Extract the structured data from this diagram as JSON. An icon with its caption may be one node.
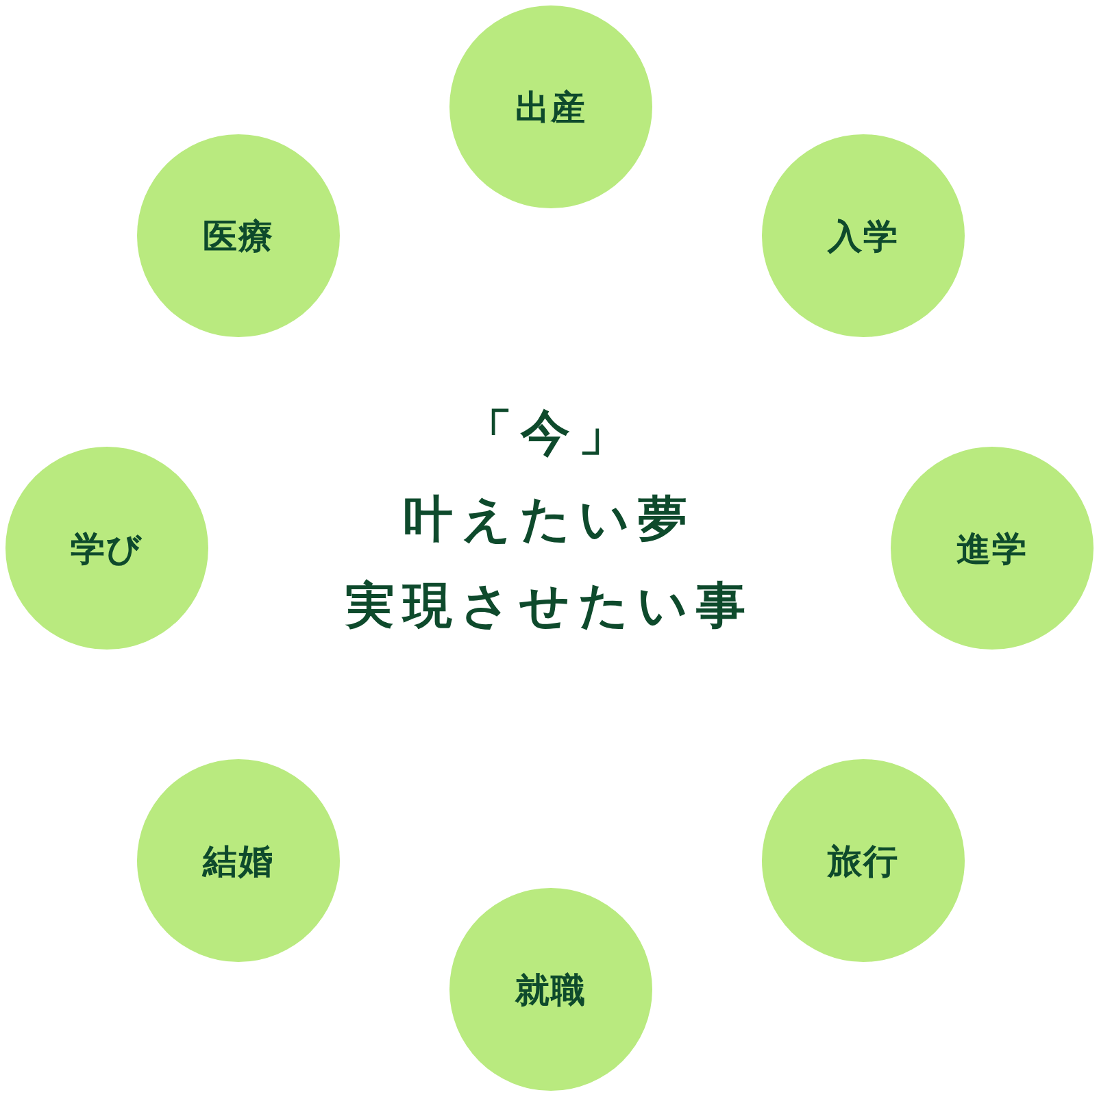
{
  "diagram": {
    "nodes": [
      {
        "text": [
          "出産"
        ]
      },
      {
        "text": [
          "入学"
        ]
      },
      {
        "text": [
          "進学"
        ]
      },
      {
        "text": [
          "旅行"
        ]
      },
      {
        "text": [
          "就職"
        ]
      },
      {
        "text": [
          "結婚"
        ]
      },
      {
        "text": [
          "学び"
        ]
      },
      {
        "text": [
          "医療"
        ]
      }
    ],
    "labels": [
      "「今」",
      "叶えたい夢",
      "実現させたい事"
    ]
  }
}
